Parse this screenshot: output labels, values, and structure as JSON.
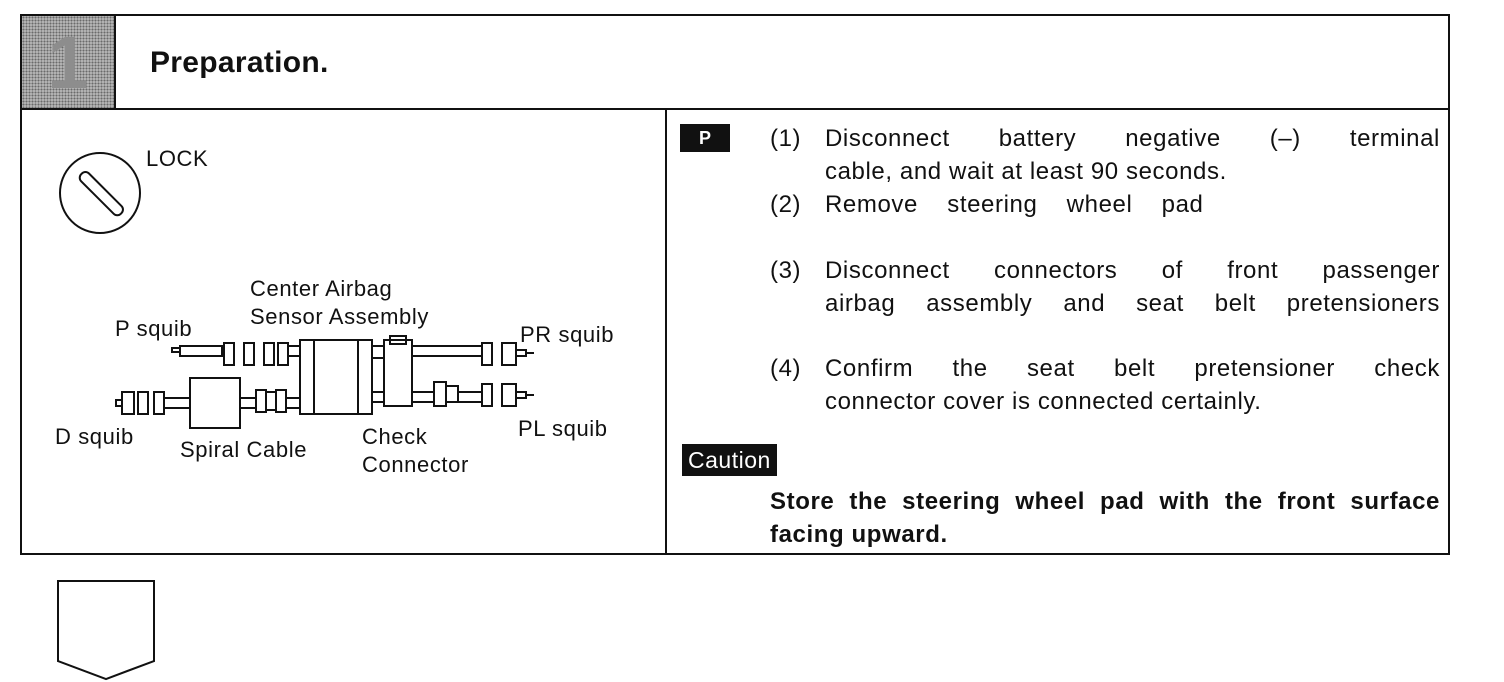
{
  "header": {
    "step_number": "1",
    "title": "Preparation."
  },
  "diagram": {
    "lock_label": "LOCK",
    "center_airbag_label_1": "Center Airbag",
    "center_airbag_label_2": "Sensor Assembly",
    "p_squib": "P squib",
    "pr_squib": "PR squib",
    "d_squib": "D squib",
    "spiral_cable": "Spiral Cable",
    "check_label_1": "Check",
    "check_label_2": "Connector",
    "pl_squib": "PL squib"
  },
  "instructions": {
    "badge": "P",
    "steps": [
      {
        "num": "(1)",
        "line1": "Disconnect battery negative (–) terminal",
        "line2": "cable, and wait at least 90 seconds."
      },
      {
        "num": "(2)",
        "line1": "Remove steering wheel pad"
      },
      {
        "num": "(3)",
        "line1": "Disconnect connectors of front passenger",
        "line2": "airbag assembly and seat belt pretensioners"
      },
      {
        "num": "(4)",
        "line1": "Confirm the seat belt pretensioner check",
        "line2": "connector cover is connected certainly."
      }
    ],
    "caution_label": "Caution",
    "caution_text": "Store the steering wheel pad with the front surface facing upward."
  }
}
